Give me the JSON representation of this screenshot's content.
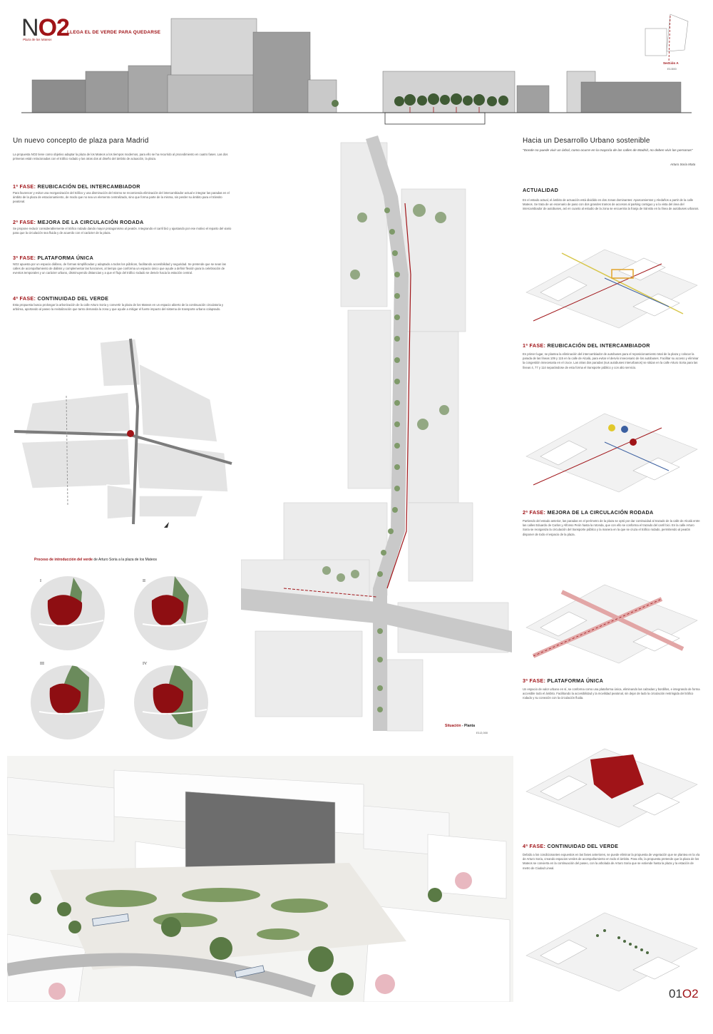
{
  "header": {
    "logo": {
      "n": "N",
      "o": "O",
      "two": "2"
    },
    "tagline": "LLEGA EL DE VERDE PARA QUEDARSE",
    "subtitle": "Plaza de los Mateos",
    "section_label": "Sección A",
    "section_scale": "E1/300"
  },
  "left": {
    "heading": "Un nuevo concepto de plaza para Madrid",
    "intro": "La propuesta NO2 tiene como objetivo adaptar la plaza de los Mateos a los tiempos modernos, para ello se ha recurrido al procedimiento en cuatro fases. Las dos primeras están relacionadas con el tráfico rodado y las otras dos al diseño del ámbito de actuación, la plaza.",
    "phases": [
      {
        "num": "1ª FASE:",
        "title": "REUBICACIÓN DEL INTERCAMBIADOR",
        "text": "Para favorecer y evitar una reorganización del tráfico y una disminución del mismo se recomienda eliminación del intercambiador actual e integrar las paradas en el ámbito de la plaza de estacionamiento, de modo que no sea un elemento centralizado, sino que forma parte de la misma, sin perder su ámbito para el tránsito peatonal."
      },
      {
        "num": "2ª FASE:",
        "title": "MEJORA DE LA CIRCULACIÓN RODADA",
        "text": "Se propone reducir considerablemente el tráfico rodado dando mayor protagonismo al peatón. Integrando el carril bici y ajustando por ese motivo el reparto del viario para que la circulación sea fluida y de acuerdo con el carácter de la plaza."
      },
      {
        "num": "3ª FASE:",
        "title": "PLATAFORMA ÚNICA",
        "text": "NO2 apuesta por un espacio diáfano, de formas simplificadas y adaptado a todos los públicos, facilitando accesibilidad y seguridad. Se pretende que se sean las calles de acompañamiento de diálisis y complementar las funciones, al tiempo que conforma un espacio único que ayude a definir flexión para la celebración de eventos temporales y un carácter urbano, disminuyendo distancias y a que el flujo del tráfico rodado se desvíe hacia la estación central."
      },
      {
        "num": "4ª FASE:",
        "title": "CONTINUIDAD DEL VERDE",
        "text": "Esta propuesta busca prolongar la arborización de la calle Arturo Soria y convertir la plaza de los Mateos en un espacio abierto de la continuación circulatoria y arbórea, aportando al paseo la revitalización que tanto demanda la zona y que ayude a mitigar el fuerte impacto del sistema de transporte urbano colapsado."
      }
    ],
    "process_title_red": "Proceso de introducción del verde",
    "process_title_rest": " de Arturo Soria a la plaza de los Mateos",
    "circles": [
      "I",
      "II",
      "III",
      "IV"
    ]
  },
  "center": {
    "plan_label_red": "Situación",
    "plan_label_dash": " - ",
    "plan_label_rest": "Planta",
    "plan_scale": "E1/2,000"
  },
  "right": {
    "heading": "Hacia un Desarrollo Urbano sostenible",
    "quote": "\"Donde no puede vivir un árbol, como ocurre en la mayoría de las calles de Madrid, no deben vivir las personas\"",
    "quote_author": "Arturo Soria Mata",
    "actualidad_title": "ACTUALIDAD",
    "actualidad_text": "En el estado actual, el ámbito de actuación está dividido en dos zonas dominantes: Aparcamientos y Aledaños a partir de la calle Mateos. Se trata de un escenario de paso con dos grandes tramos de accesos al parking contiguo y a la vista del área del intercambiador de autobuses, así en cuanto al estudio de la zona se encuentra la franja de tránsito en la línea de autobuses urbanos.",
    "f1_num": "1ª FASE:",
    "f1_title": "REUBICACIÓN DEL INTERCAMBIADOR",
    "f1_text": "En primer lugar, se plantea la eliminación del intercambiador de autobuses para el reposicionamiento total de la plaza y colocar la parada de las líneas 109 y 115 en la calle de Alcalá, para evitar el desvío innecesario de los autobuses. Facilitar su acceso y eliminar la congestión innecesaria en el cruce. Las otras dos paradas (sus autobuses interurbanos) se sitúan en la calle Arturo Soria para las líneas 4, 77 y 114 separándose de esta forma el transporte público y con alto servicio.",
    "f2_num": "2ª FASE:",
    "f2_title": "MEJORA DE LA CIRCULACIÓN RODADA",
    "f2_text": "Partiendo del estado anterior, las paradas en el perímetro de la plaza se optó por dar continuidad al trazado de la calle de Alcalá entre las calles Eduardo de Carlos y Alfonso Peón hasta la rotonda, que con ello se conforma el trazado del carril bici. En la calle Arturo Soria se reorganiza la circulación del transporte público y la manera en la que se cruza el tráfico rodado, permitiendo al peatón disponer de todo el espacio de la plaza.",
    "f3_num": "3ª FASE:",
    "f3_title": "PLATAFORMA ÚNICA",
    "f3_text": "Un espacio de valor urbano en sí, se conforma como una plataforma única, eliminando las calzadas y bordillos, e integrando de forma accesible todo el ámbito. Facilitando la accesibilidad y la movilidad peatonal, sin dejar de lado la circulación restringida del tráfico rodado y su conexión con la circulación fluida.",
    "f4_num": "4ª FASE:",
    "f4_title": "CONTINUIDAD DEL VERDE",
    "f4_text": "Debido a los condicionantes expuestos en las fases anteriores, se puede eliminar la propuesta de vegetación que se plantea en la vía de Arturo Soria, creando espacios verdes de acompañamiento en todo el ámbito. Para ello, la propuesta pretende que la plaza de los Mateos se convierta en la continuación del paseo, con la arbolada de Arturo Soria que se extiende hasta la plaza y la estación de metro de Ciudad Lineal."
  },
  "footer": {
    "code_a": "01",
    "code_b": "O2"
  }
}
